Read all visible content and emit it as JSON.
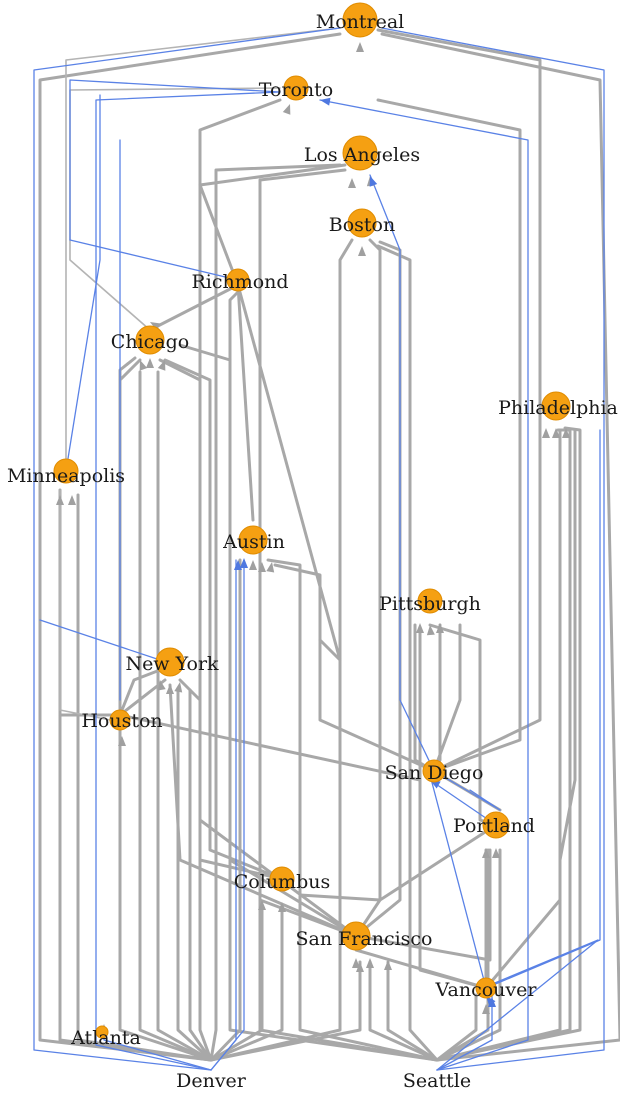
{
  "colors": {
    "node": "#f5a012",
    "node_stroke": "#e08c00",
    "edge_gray": "#a8a8a8",
    "edge_blue": "#5a82e6"
  },
  "nodes": [
    {
      "id": "montreal",
      "label": "Montreal"
    },
    {
      "id": "toronto",
      "label": "Toronto"
    },
    {
      "id": "los-angeles",
      "label": "Los Angeles"
    },
    {
      "id": "boston",
      "label": "Boston"
    },
    {
      "id": "richmond",
      "label": "Richmond"
    },
    {
      "id": "chicago",
      "label": "Chicago"
    },
    {
      "id": "philadelphia",
      "label": "Philadelphia"
    },
    {
      "id": "minneapolis",
      "label": "Minneapolis"
    },
    {
      "id": "austin",
      "label": "Austin"
    },
    {
      "id": "pittsburgh",
      "label": "Pittsburgh"
    },
    {
      "id": "new-york",
      "label": "New York"
    },
    {
      "id": "houston",
      "label": "Houston"
    },
    {
      "id": "san-diego",
      "label": "San Diego"
    },
    {
      "id": "portland",
      "label": "Portland"
    },
    {
      "id": "columbus",
      "label": "Columbus"
    },
    {
      "id": "san-francisco",
      "label": "San Francisco"
    },
    {
      "id": "vancouver",
      "label": "Vancouver"
    },
    {
      "id": "atlanta",
      "label": "Atlanta"
    },
    {
      "id": "denver",
      "label": "Denver"
    },
    {
      "id": "seattle",
      "label": "Seattle"
    }
  ]
}
